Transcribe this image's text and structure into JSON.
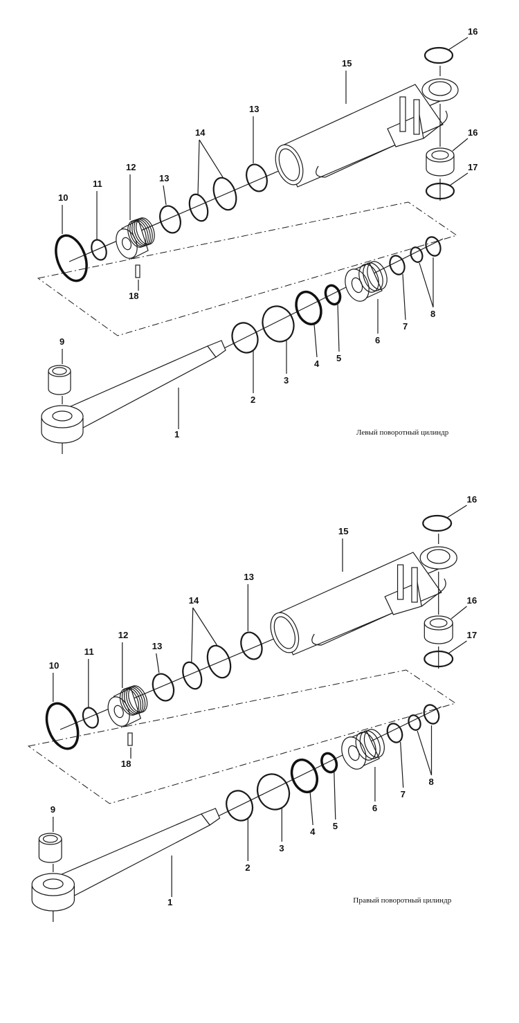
{
  "diagrams": [
    {
      "caption": "Левый поворотный цилиндр",
      "labels": [
        "1",
        "2",
        "3",
        "4",
        "5",
        "6",
        "7",
        "8",
        "9",
        "10",
        "11",
        "12",
        "13",
        "13",
        "14",
        "15",
        "16",
        "16",
        "17",
        "18"
      ]
    },
    {
      "caption": "Правый поворотный цилиндр",
      "labels": [
        "1",
        "2",
        "3",
        "4",
        "5",
        "6",
        "7",
        "8",
        "9",
        "10",
        "11",
        "12",
        "13",
        "13",
        "14",
        "15",
        "16",
        "16",
        "17",
        "18"
      ]
    }
  ]
}
